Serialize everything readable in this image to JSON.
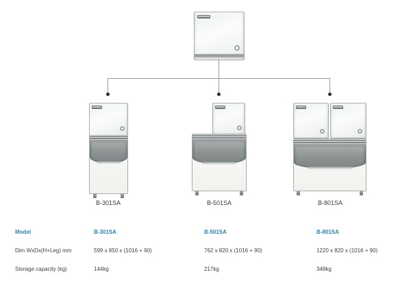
{
  "palette": {
    "accent_blue": "#2e82ae",
    "body_text": "#3e3e3e",
    "connector_line": "#98999b",
    "door_gray": "#8f9495",
    "cabinet_white": "#f6f8f5"
  },
  "diagram": {
    "parent_unit": {
      "name": "ice-machine-head-unit"
    },
    "units": [
      {
        "label": "B-301SA"
      },
      {
        "label": "B-501SA"
      },
      {
        "label": "B-801SA"
      }
    ]
  },
  "table": {
    "rows": [
      {
        "header": "Model",
        "values": [
          "B-301SA",
          "B-501SA",
          "B-801SA"
        ]
      },
      {
        "header": "Dim WxDx(H+Leg) mm",
        "values": [
          "599 x 850 x (1016 + 90)",
          "762 x 820 x (1016 + 90)",
          "1220 x 820 x (1016 + 90)"
        ]
      },
      {
        "header": "Storage capacity (kg)",
        "values": [
          "144kg",
          "217kg",
          "348kg"
        ]
      }
    ]
  }
}
